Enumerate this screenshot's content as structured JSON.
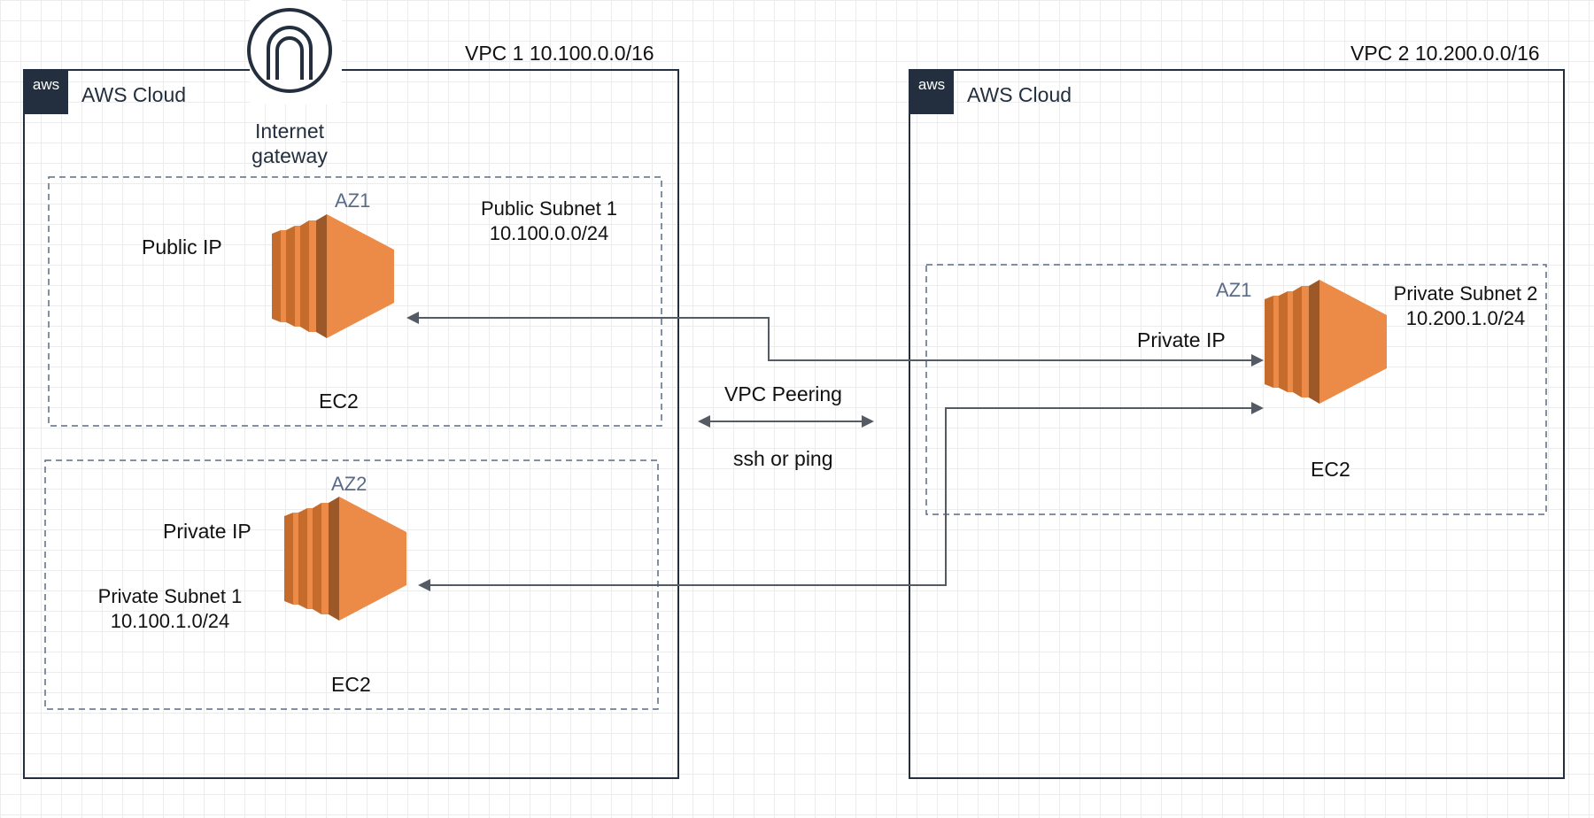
{
  "vpc1": {
    "title": "VPC 1 10.100.0.0/16",
    "cloud_label": "AWS Cloud",
    "logo_text": "aws",
    "gateway_label_line1": "Internet",
    "gateway_label_line2": "gateway",
    "public_subnet": {
      "name": "Public Subnet 1",
      "cidr": "10.100.0.0/24",
      "az": "AZ1",
      "ip_label": "Public IP",
      "instance_label": "EC2"
    },
    "private_subnet": {
      "name": "Private Subnet 1",
      "cidr": "10.100.1.0/24",
      "az": "AZ2",
      "ip_label": "Private IP",
      "instance_label": "EC2"
    }
  },
  "vpc2": {
    "title": "VPC 2 10.200.0.0/16",
    "cloud_label": "AWS Cloud",
    "logo_text": "aws",
    "private_subnet": {
      "name": "Private Subnet 2",
      "cidr": "10.200.1.0/24",
      "az": "AZ1",
      "ip_label": "Private IP",
      "instance_label": "EC2"
    }
  },
  "peering": {
    "label": "VPC Peering",
    "protocol": "ssh or ping"
  },
  "colors": {
    "ec2_orange_light": "#ec8b48",
    "ec2_orange_dark": "#9c5829",
    "ec2_orange_mid": "#c56c2d",
    "aws_navy": "#232f3e",
    "connector": "#545b64",
    "subnet_border": "#5a6b86"
  }
}
